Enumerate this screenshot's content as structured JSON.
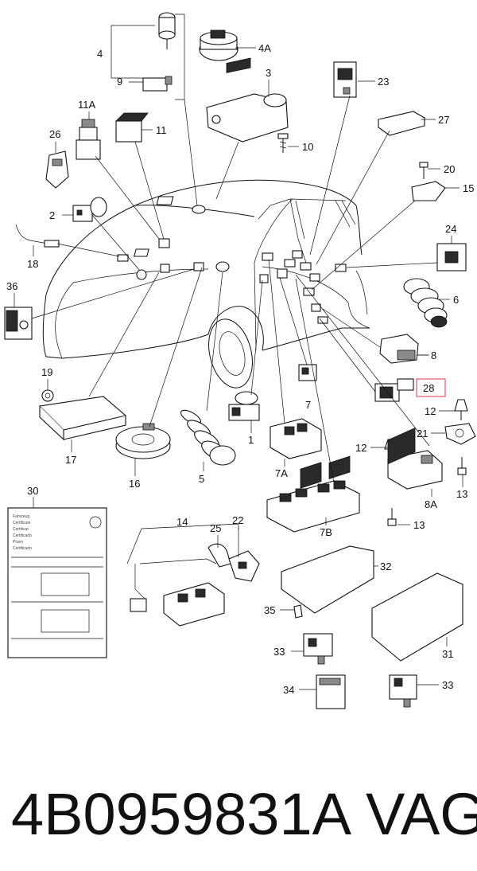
{
  "diagram": {
    "callouts": [
      {
        "id": "c4",
        "text": "4"
      },
      {
        "id": "c4A",
        "text": "4A"
      },
      {
        "id": "c9",
        "text": "9"
      },
      {
        "id": "c3",
        "text": "3"
      },
      {
        "id": "c23",
        "text": "23"
      },
      {
        "id": "c11A",
        "text": "11A"
      },
      {
        "id": "c11",
        "text": "11"
      },
      {
        "id": "c27",
        "text": "27"
      },
      {
        "id": "c26",
        "text": "26"
      },
      {
        "id": "c10",
        "text": "10"
      },
      {
        "id": "c20",
        "text": "20"
      },
      {
        "id": "c15",
        "text": "15"
      },
      {
        "id": "c2",
        "text": "2"
      },
      {
        "id": "c24",
        "text": "24"
      },
      {
        "id": "c18",
        "text": "18"
      },
      {
        "id": "c36",
        "text": "36"
      },
      {
        "id": "c6",
        "text": "6"
      },
      {
        "id": "c8",
        "text": "8"
      },
      {
        "id": "c28",
        "text": "28"
      },
      {
        "id": "c19",
        "text": "19"
      },
      {
        "id": "c7",
        "text": "7"
      },
      {
        "id": "c12a",
        "text": "12"
      },
      {
        "id": "c21",
        "text": "21"
      },
      {
        "id": "c1",
        "text": "1"
      },
      {
        "id": "c17",
        "text": "17"
      },
      {
        "id": "c16",
        "text": "16"
      },
      {
        "id": "c5",
        "text": "5"
      },
      {
        "id": "c7A",
        "text": "7A"
      },
      {
        "id": "c12b",
        "text": "12"
      },
      {
        "id": "c13a",
        "text": "13"
      },
      {
        "id": "c8A",
        "text": "8A"
      },
      {
        "id": "c30",
        "text": "30"
      },
      {
        "id": "c7B",
        "text": "7B"
      },
      {
        "id": "c13b",
        "text": "13"
      },
      {
        "id": "c14",
        "text": "14"
      },
      {
        "id": "c25",
        "text": "25"
      },
      {
        "id": "c22",
        "text": "22"
      },
      {
        "id": "c32",
        "text": "32"
      },
      {
        "id": "c35",
        "text": "35"
      },
      {
        "id": "c31",
        "text": "31"
      },
      {
        "id": "c33a",
        "text": "33"
      },
      {
        "id": "c33b",
        "text": "33"
      },
      {
        "id": "c34",
        "text": "34"
      }
    ],
    "highlighted_callout": "28",
    "highlight_color": "#e05a6a",
    "line_color": "#111111"
  },
  "caption": {
    "part_number": "4B0959831A",
    "brand": "VAG"
  }
}
